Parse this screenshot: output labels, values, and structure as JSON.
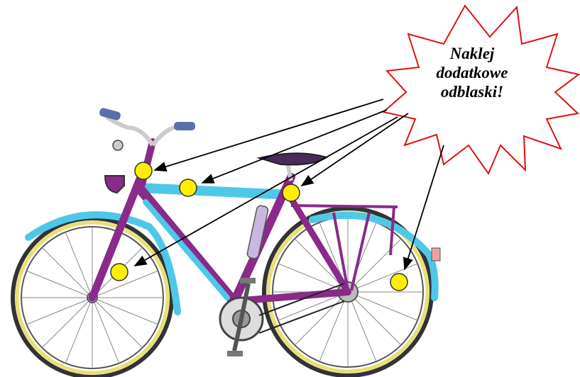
{
  "callout": {
    "lines": [
      "Naklej",
      "dodatkowe",
      "odblaski!"
    ]
  },
  "colors": {
    "frame_purple": "#8a2a8a",
    "frame_cyan": "#4fc8e8",
    "reflector_yellow": "#ffee00",
    "starburst_outline": "#e01010",
    "tire_yellow": "#e8e070",
    "tire_dark": "#333333"
  },
  "icons": {
    "bicycle": "bicycle-illustration",
    "starburst": "starburst-callout",
    "reflector": "yellow-reflector-dot"
  }
}
